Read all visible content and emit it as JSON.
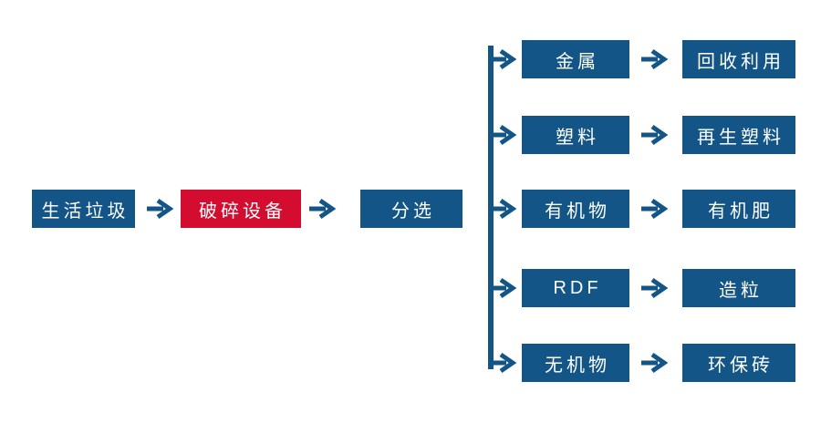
{
  "diagram": {
    "type": "flowchart",
    "nodes": {
      "source": {
        "label": "生活垃圾"
      },
      "crusher": {
        "label": "破碎设备"
      },
      "sorting": {
        "label": "分选"
      }
    },
    "branches": [
      {
        "material": "金属",
        "result": "回收利用"
      },
      {
        "material": "塑料",
        "result": "再生塑料"
      },
      {
        "material": "有机物",
        "result": "有机肥"
      },
      {
        "material": "RDF",
        "result": "造粒"
      },
      {
        "material": "无机物",
        "result": "环保砖"
      }
    ],
    "colors": {
      "node_blue": "#135586",
      "crusher_red": "#D40D30",
      "label_text": "#FFFFFF",
      "background": "#FFFFFF"
    }
  }
}
